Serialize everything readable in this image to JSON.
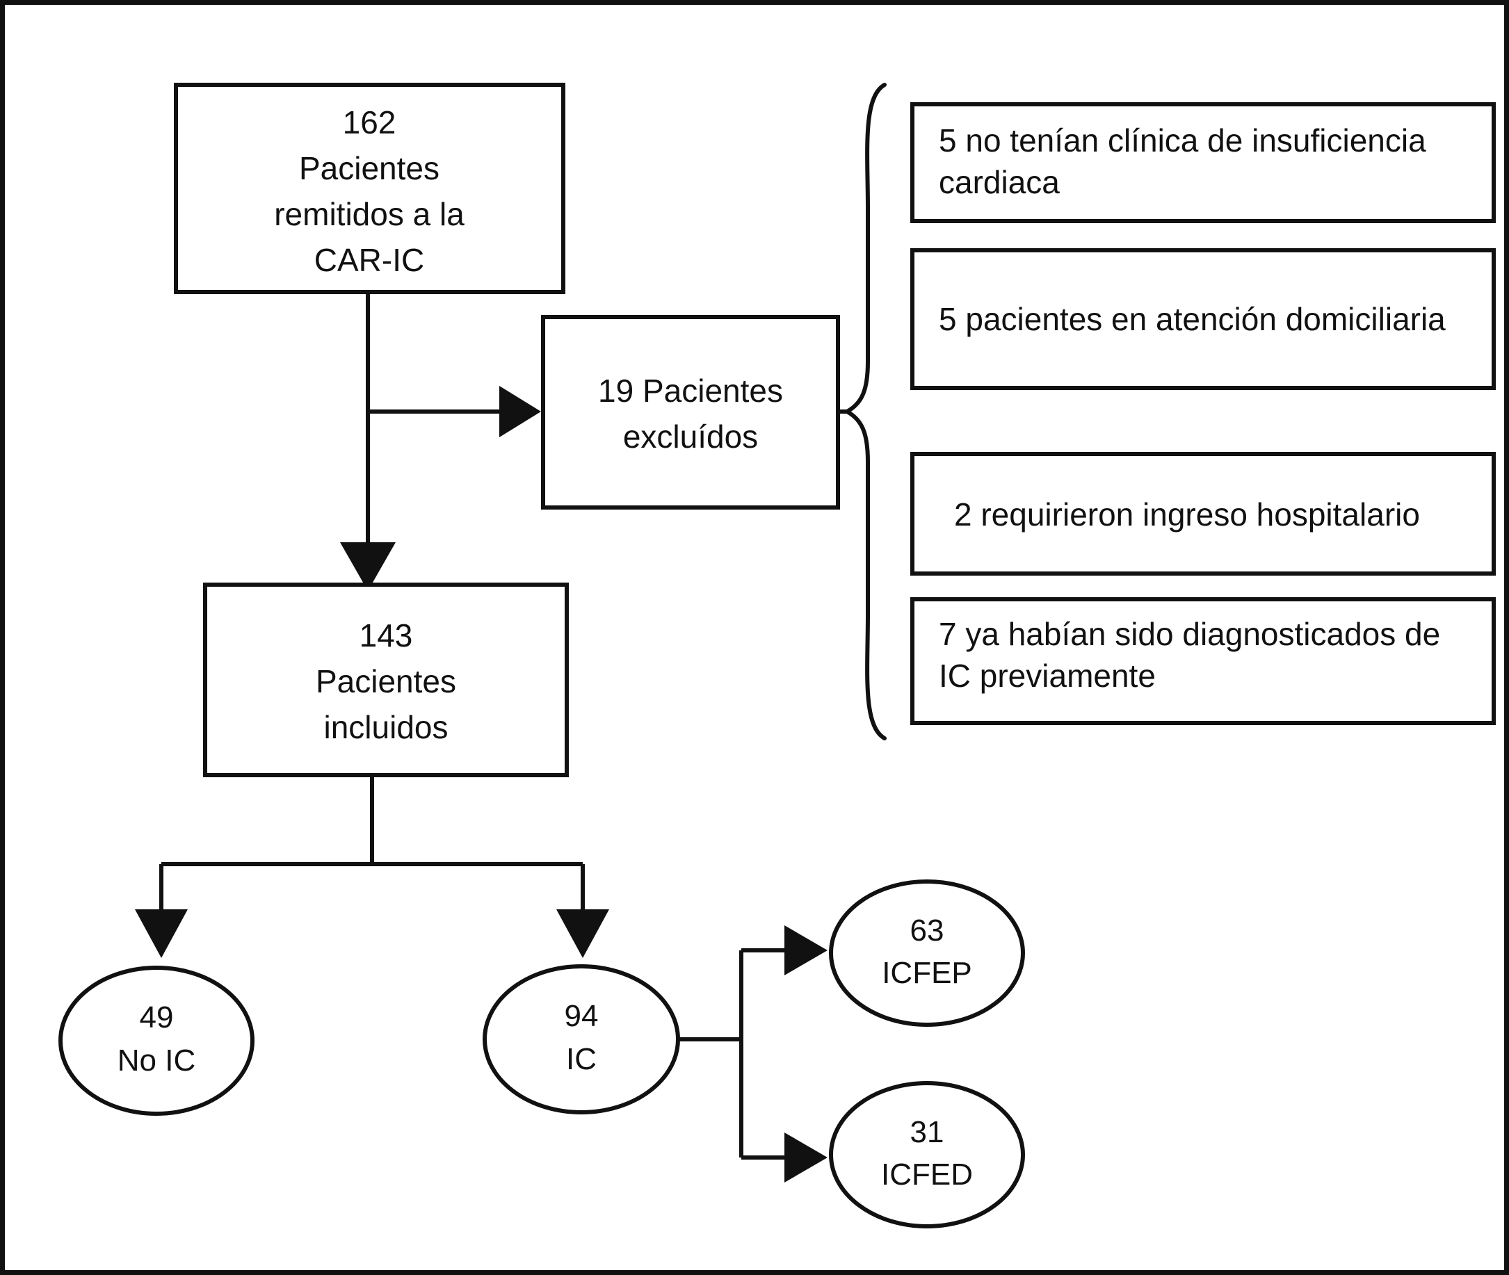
{
  "figure": {
    "kind": "patient-flow-diagram",
    "language": "es",
    "border_color": "#111111",
    "line_color": "#111111",
    "fill_color": "#ffffff"
  },
  "nodes": {
    "referred": {
      "shape": "rectangle",
      "line1": "162",
      "line2": "Pacientes",
      "line3": "remitidos a la",
      "line4": "CAR-IC",
      "count": 162
    },
    "excluded": {
      "shape": "rectangle",
      "line1": "19 Pacientes",
      "line2": "excluídos",
      "count": 19
    },
    "included": {
      "shape": "rectangle",
      "line1": "143",
      "line2": "Pacientes",
      "line3": "incluidos",
      "count": 143
    },
    "no_hf": {
      "shape": "ellipse",
      "line1": "49",
      "line2": "No IC",
      "count": 49
    },
    "hf": {
      "shape": "ellipse",
      "line1": "94",
      "line2": "IC",
      "count": 94
    },
    "hfpef": {
      "shape": "ellipse",
      "line1": "63",
      "line2": "ICFEP",
      "count": 63
    },
    "hfref": {
      "shape": "ellipse",
      "line1": "31",
      "line2": "ICFED",
      "count": 31
    }
  },
  "exclusion_reasons": [
    {
      "id": "no-hf-clinic",
      "count": 5,
      "line1": "5 no tenían clínica de insuficiencia",
      "line2": "cardiaca"
    },
    {
      "id": "home-care",
      "count": 5,
      "line1": "5 pacientes en atención domiciliaria",
      "line2": ""
    },
    {
      "id": "hospital-admission",
      "count": 2,
      "line1": "2 requirieron ingreso hospitalario",
      "line2": ""
    },
    {
      "id": "previous-hf-diagnosis",
      "count": 7,
      "line1": "7 ya habían sido diagnosticados de",
      "line2": "IC previamente"
    }
  ]
}
